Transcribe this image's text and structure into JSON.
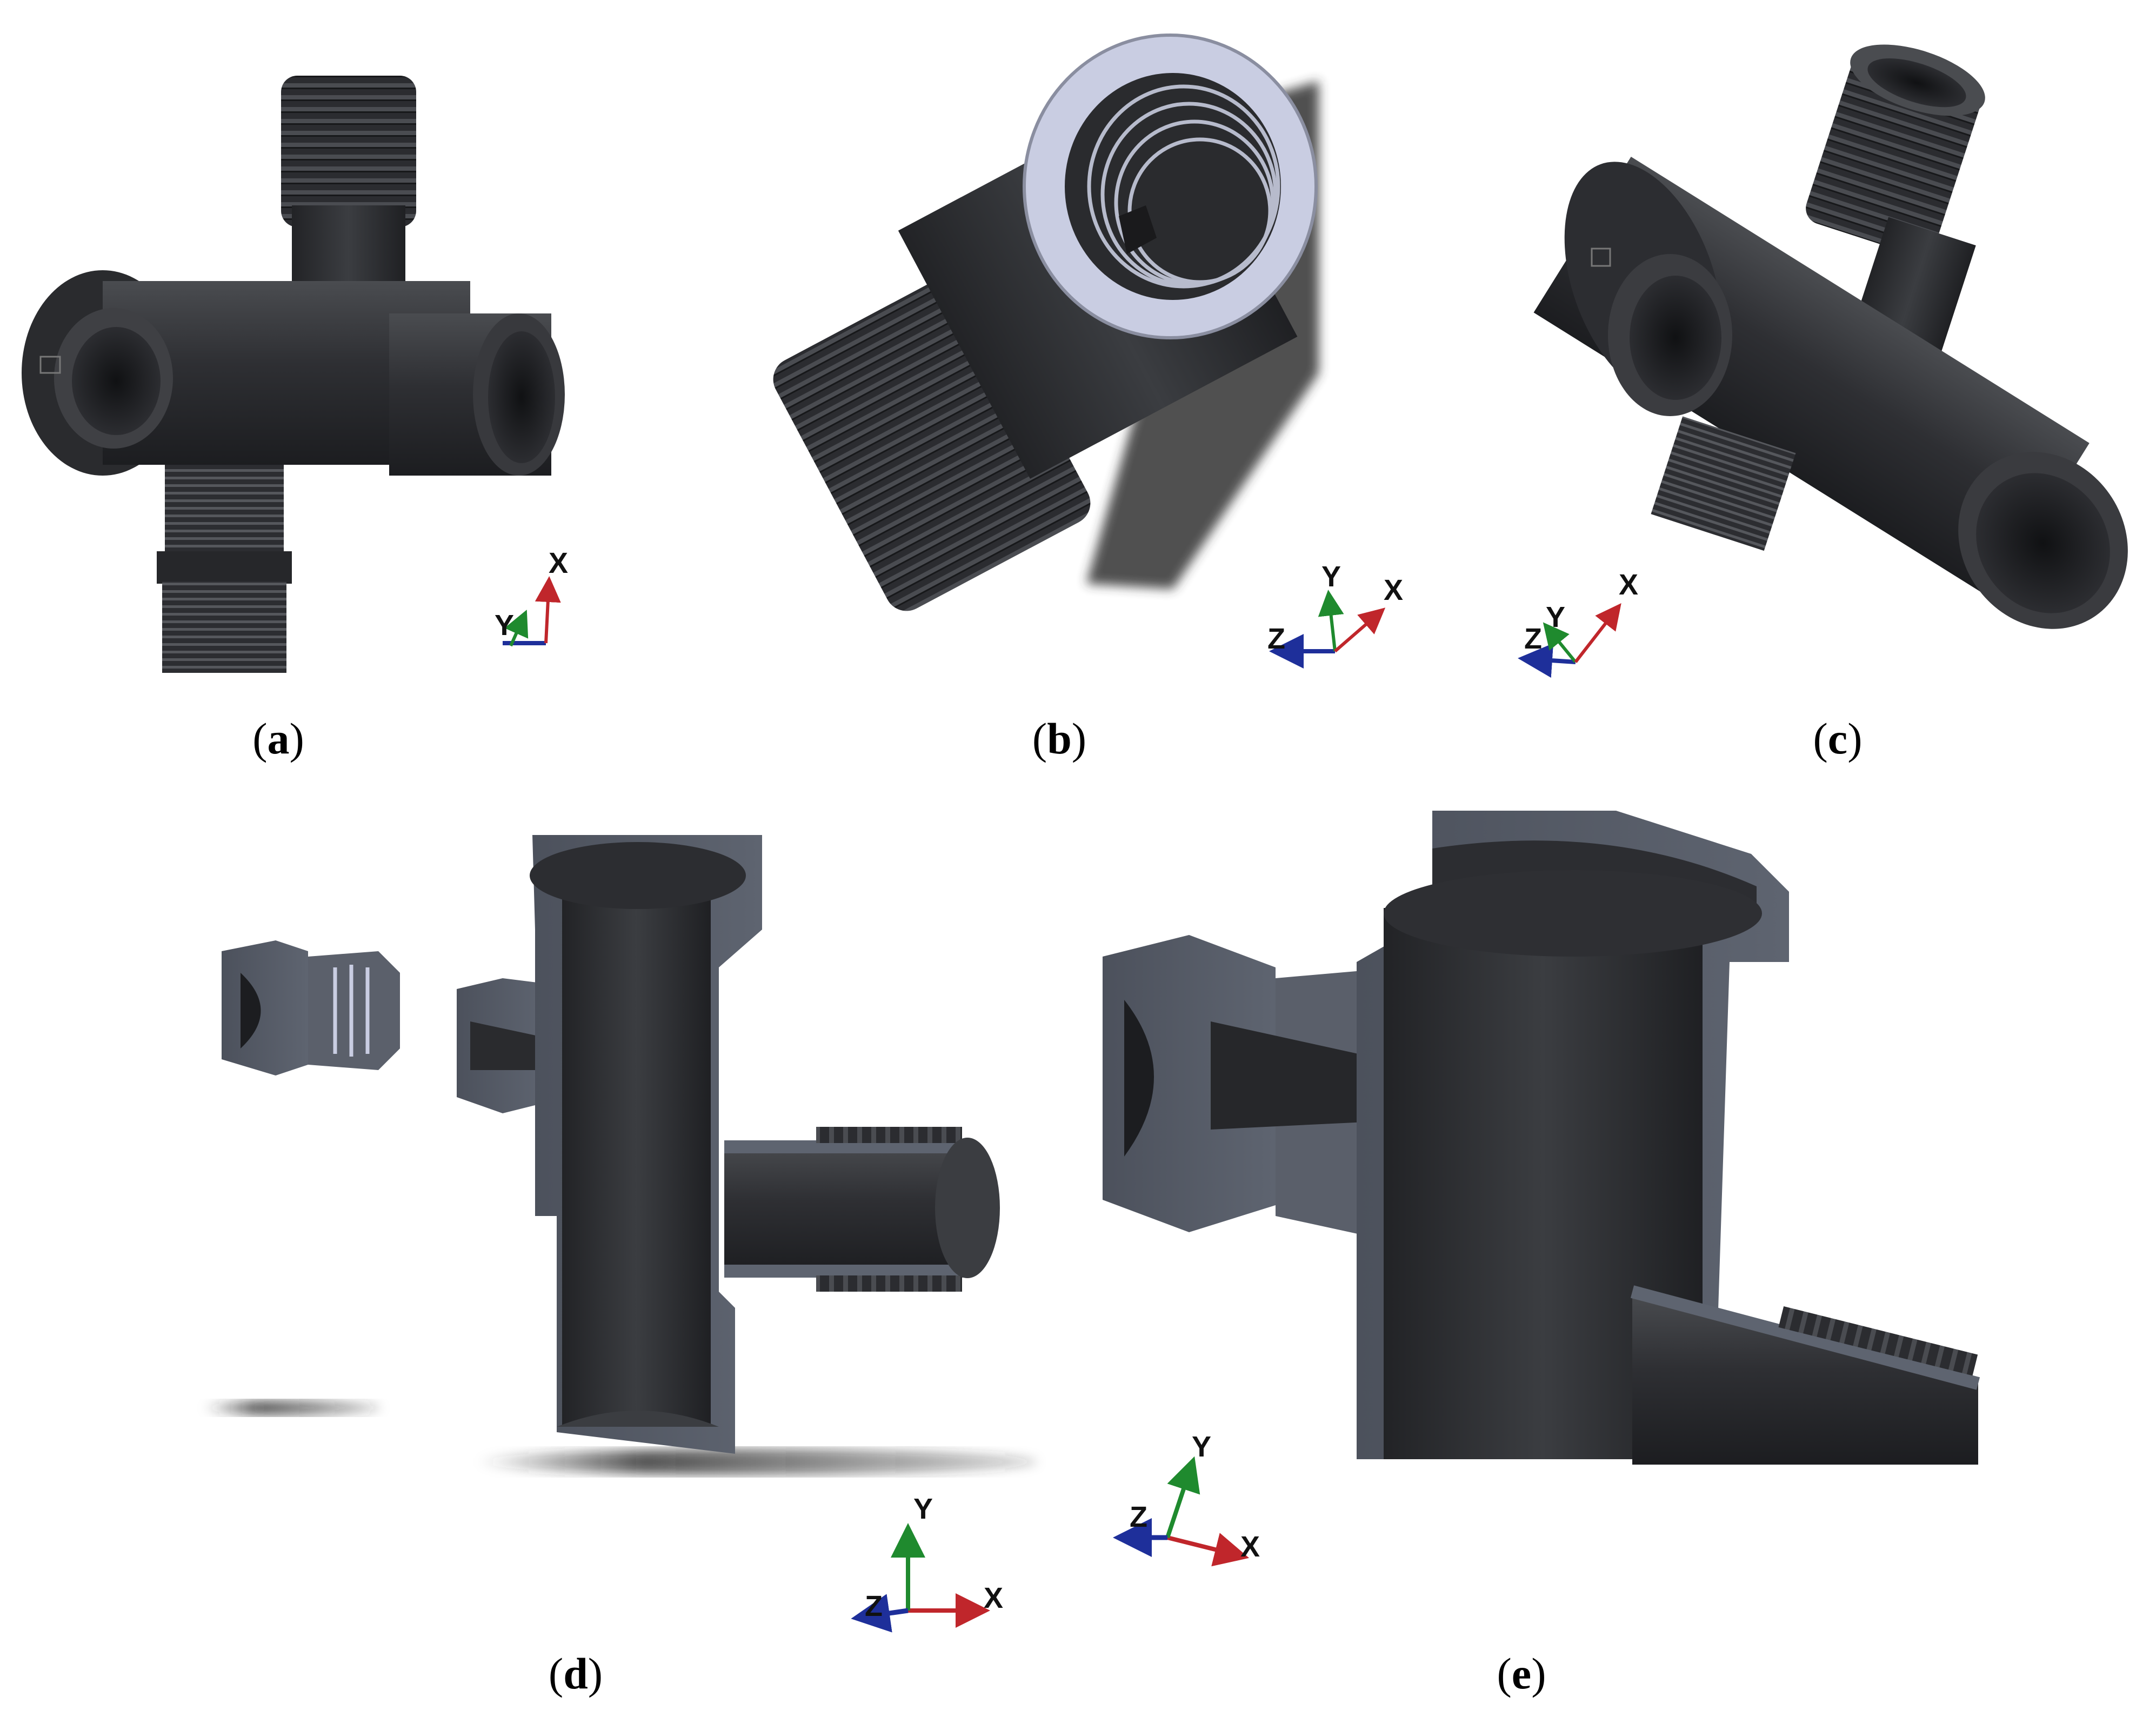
{
  "panels": [
    {
      "id": "a",
      "caption": "a",
      "axes": {
        "x": "X",
        "y": "Y",
        "z": ""
      }
    },
    {
      "id": "b",
      "caption": "b",
      "axes": {
        "x": "X",
        "y": "Y",
        "z": "Z"
      }
    },
    {
      "id": "c",
      "caption": "c",
      "axes": {
        "x": "X",
        "y": "Y",
        "z": "Z"
      }
    },
    {
      "id": "d",
      "caption": "d",
      "axes": {
        "x": "X",
        "y": "Y",
        "z": "Z"
      }
    },
    {
      "id": "e",
      "caption": "e",
      "axes": {
        "x": "X",
        "y": "Y",
        "z": "Z"
      }
    }
  ],
  "colors": {
    "part_dark": "#2a2b2e",
    "part_mid": "#3a3c40",
    "part_highlight": "#55585d",
    "section_face": "#555a66",
    "cut_face_light": "#c9cde2",
    "axis_x": "#c0262b",
    "axis_y": "#1f8a2e",
    "axis_z": "#1e2f9a"
  },
  "icons": [
    "coordinate-triad-icon"
  ]
}
